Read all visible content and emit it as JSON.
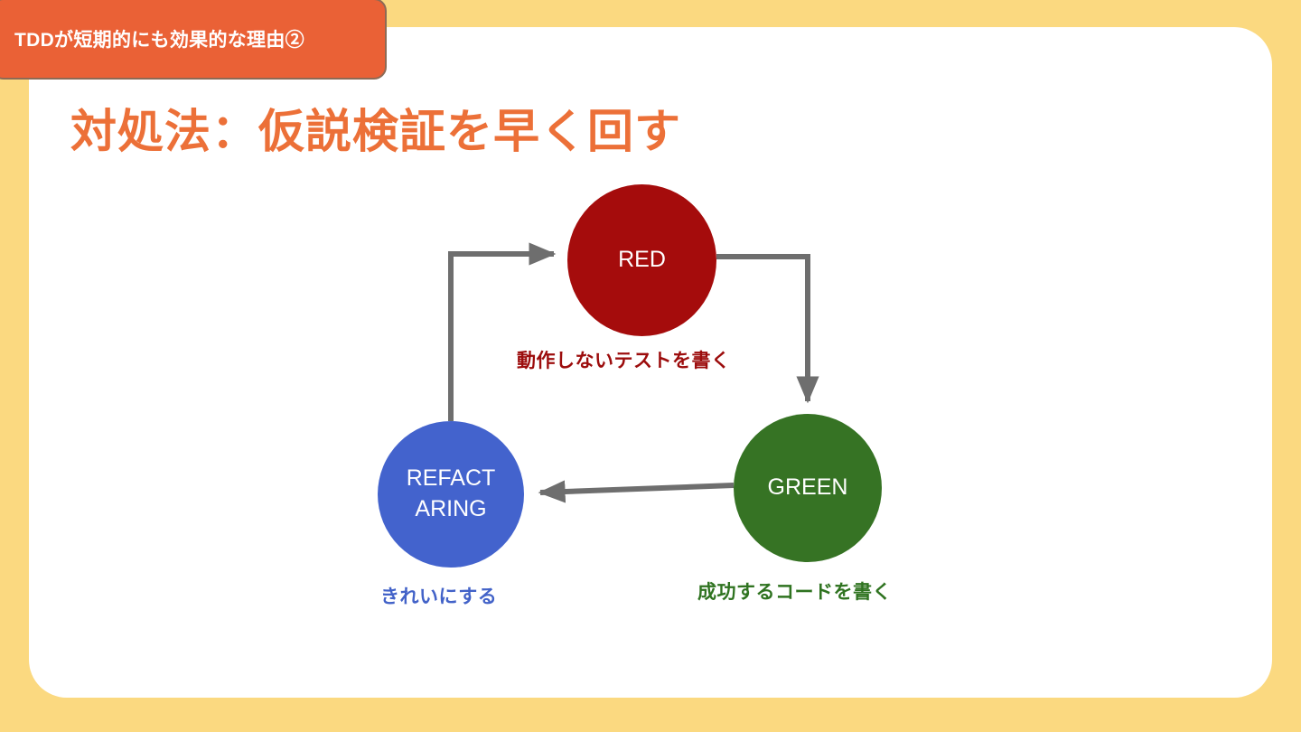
{
  "slide": {
    "background_color": "#fbd980",
    "card_color": "#ffffff",
    "badge": {
      "label": "TDDが短期的にも効果的な理由②",
      "background_color": "#ea6136",
      "text_color": "#ffffff"
    },
    "title": {
      "text": "対処法：仮説検証を早く回す",
      "color": "#ec7038"
    }
  },
  "diagram": {
    "type": "cycle",
    "nodes": [
      {
        "id": "red",
        "label": "RED",
        "caption": "動作しないテストを書く",
        "fill": "#a50c0c",
        "text_color": "#ffffff",
        "caption_color": "#9c0c0c"
      },
      {
        "id": "green",
        "label": "GREEN",
        "caption": "成功するコードを書く",
        "fill": "#367324",
        "text_color": "#ffffff",
        "caption_color": "#2f7320"
      },
      {
        "id": "refactoring",
        "label": "REFACT\nARING",
        "caption": "きれいにする",
        "fill": "#4363cd",
        "text_color": "#ffffff",
        "caption_color": "#4262c8"
      }
    ],
    "edges": [
      {
        "from": "refactoring",
        "to": "red",
        "color": "#6e6e6e"
      },
      {
        "from": "red",
        "to": "green",
        "color": "#6e6e6e"
      },
      {
        "from": "green",
        "to": "refactoring",
        "color": "#6e6e6e"
      }
    ],
    "arrow_color": "#6e6e6e"
  }
}
